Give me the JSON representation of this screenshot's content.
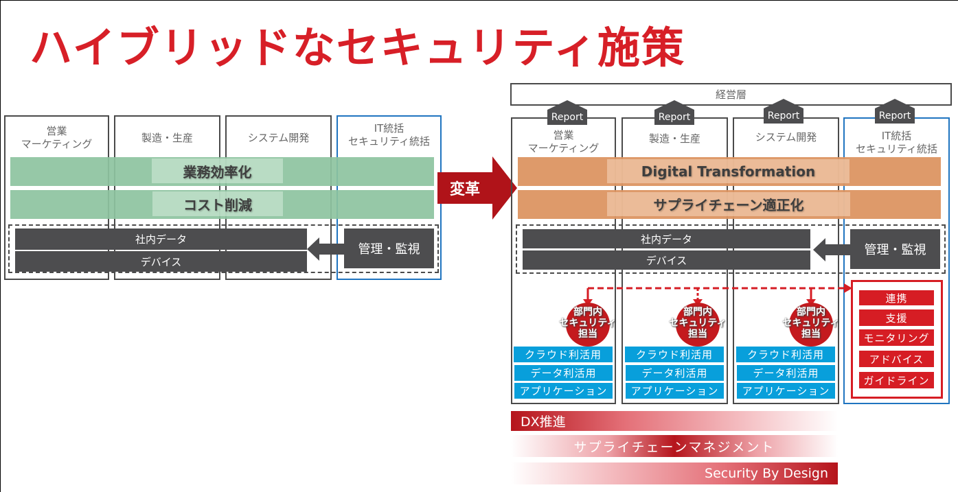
{
  "title": "ハイブリッドなセキュリティ施策",
  "colors": {
    "title_red": "#d71f27",
    "green_band": "#8dc39f",
    "orange_band": "#dc9562",
    "dark_box": "#4d4d4f",
    "it_border": "#1f74c0",
    "blue_item": "#089fdb",
    "red_item": "#d61d24",
    "henkaku_red": "#b01319"
  },
  "before": {
    "columns": [
      {
        "label": "営業\nマーケティング"
      },
      {
        "label": "製造・生産"
      },
      {
        "label": "システム開発"
      },
      {
        "label": "IT統括\nセキュリティ統括"
      }
    ],
    "bands": [
      "業務効率化",
      "コスト削減"
    ],
    "data_items": [
      "社内データ",
      "デバイス"
    ],
    "monitor": "管理・監視"
  },
  "transform_arrow": "変革",
  "after": {
    "management": "経営層",
    "report_label": "Report",
    "columns": [
      {
        "label": "営業\nマーケティング"
      },
      {
        "label": "製造・生産"
      },
      {
        "label": "システム開発"
      },
      {
        "label": "IT統括\nセキュリティ統括"
      }
    ],
    "bands": [
      "Digital Transformation",
      "サプライチェーン適正化"
    ],
    "data_items": [
      "社内データ",
      "デバイス"
    ],
    "monitor": "管理・監視",
    "dept_security": "部門内\nセキュリティ\n担当",
    "dept_items": [
      "クラウド利活用",
      "データ利活用",
      "アプリケーション"
    ],
    "it_functions": [
      "連携",
      "支援",
      "モニタリング",
      "アドバイス",
      "ガイドライン"
    ]
  },
  "initiatives": [
    "DX推進",
    "サプライチェーンマネジメント",
    "Security By Design"
  ]
}
